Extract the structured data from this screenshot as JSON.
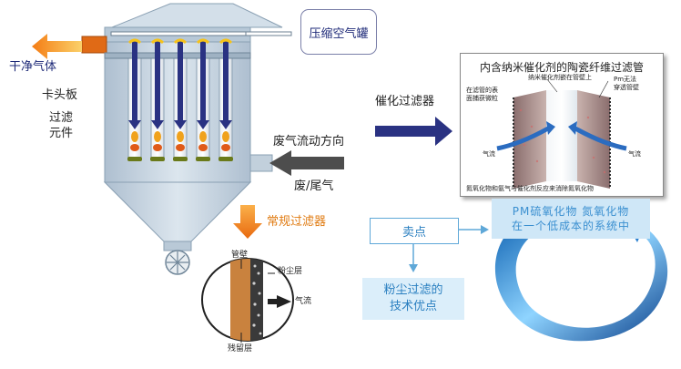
{
  "labels": {
    "compressed_air_tank": "压缩空气罐",
    "clean_gas": "干净气体",
    "tube_sheet": "卡头板",
    "filter_element_l1": "过滤",
    "filter_element_l2": "元件",
    "catalytic_filter": "催化过滤器",
    "exhaust_flow_direction": "废气流动方向",
    "exhaust_gas": "废/尾气",
    "conventional_filter": "常规过滤器",
    "selling_point": "卖点",
    "advantage_l1": "粉尘过滤的",
    "advantage_l2": "技术优点",
    "pm_l1": "PM硫氧化物  氮氧化物",
    "pm_l2": "在一个低成本的系统中"
  },
  "panel": {
    "title": "内含纳米催化剂的陶瓷纤维过滤管",
    "nano_catalyst": "纳米催化剂嵌在管壁上",
    "captured_particles_l1": "在滤管的表",
    "captured_particles_l2": "面捕获微粒",
    "pm_cannot_l1": "Pm无法",
    "pm_cannot_l2": "穿透管壁",
    "airflow_left": "气流",
    "airflow_right": "气流",
    "reaction": "氮氧化物和氨气与催化剂反应来消除氮氧化物"
  },
  "wall_detail": {
    "tube_wall": "管壁",
    "dust_layer": "粉尘层",
    "airflow": "气流",
    "residual_layer": "残留层"
  },
  "colors": {
    "navy": "#2a3282",
    "orange": "#ee8a1a",
    "dark_gray": "#4d4d4d",
    "housing": "#c7d6e3",
    "accent_blue": "#2a7fc0"
  }
}
